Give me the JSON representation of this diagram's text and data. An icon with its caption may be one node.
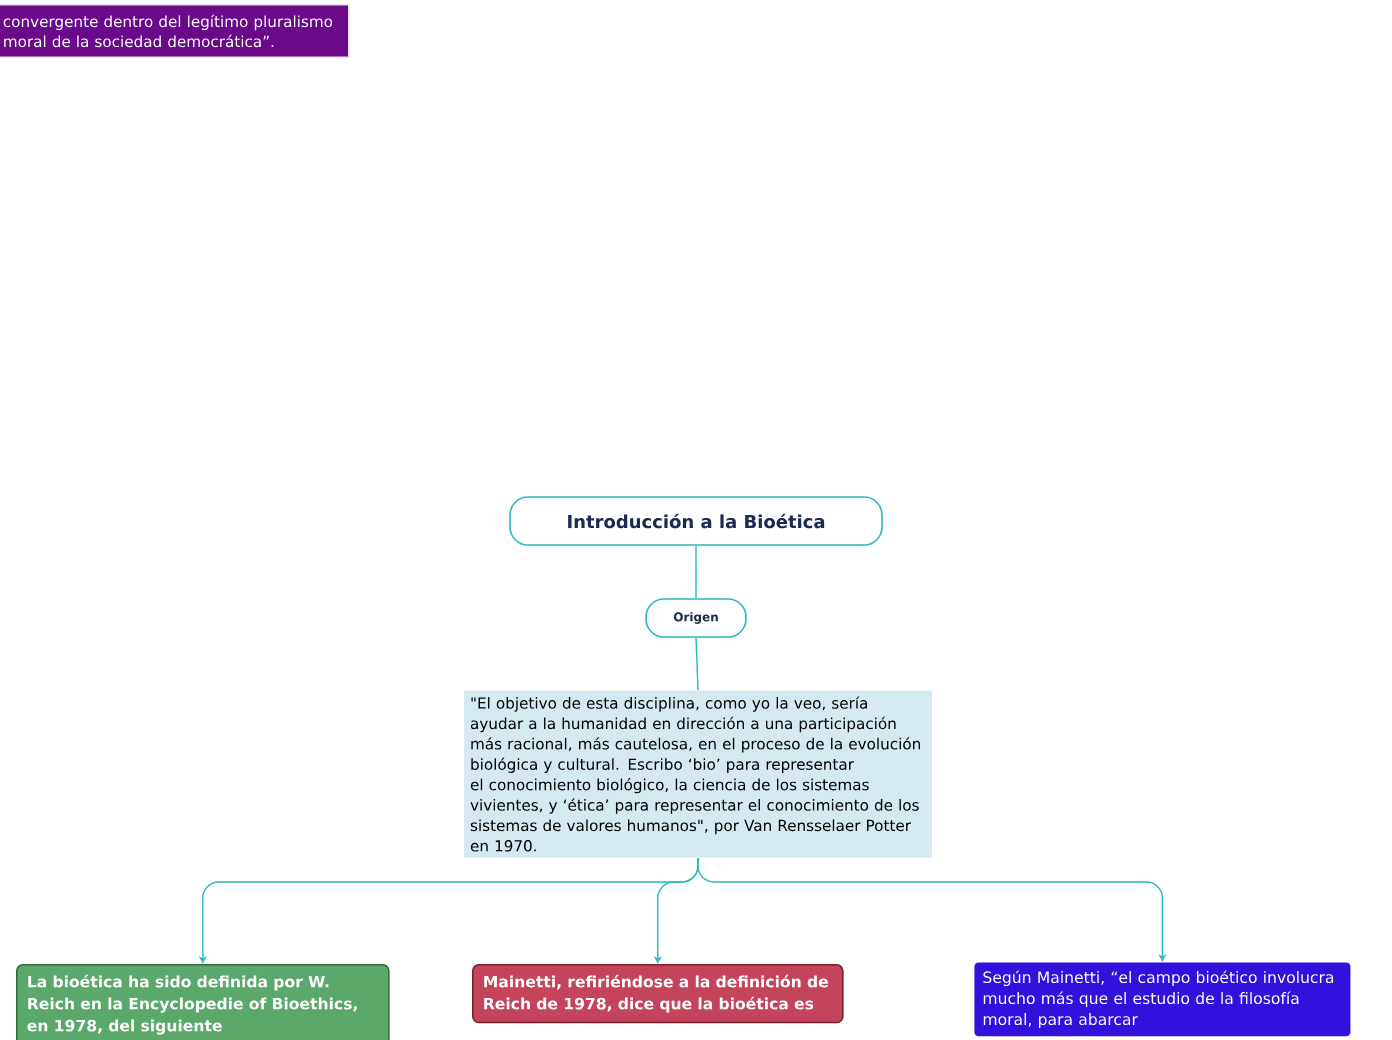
{
  "diagram": {
    "nodes": [
      {
        "text": [
          "Introducción a la Bioética"
        ]
      },
      {
        "text": [
          "Origen"
        ]
      },
      {
        "text": [
          "\"El objetivo de esta disciplina, como yo la veo, sería ayudar a la humanidad en dirección a una participación más racional, más cautelosa, en el proceso de la evolución biológica y cultural. Escribo ‘bio’ para representar el conocimiento biológico, la ciencia de los sistemas vivientes, y ‘ética’ para representar el conocimiento de los sistemas de valores humanos\", por Van Rensselaer Potter en 1970."
        ]
      },
      {
        "text": [
          "La bioética ha sido definida por W. Reich en la Encyclopedie of Bioethics, en 1978, del siguiente"
        ]
      },
      {
        "text": [
          "Mainetti, refiriéndose a la definición de Reich de 1978, dice que la bioética es"
        ]
      },
      {
        "text": [
          "Según Mainetti, “el campo bioético involucra mucho más que el estudio de la filosofía moral, para abarcar"
        ]
      },
      {
        "text": [
          "convergente dentro del legítimo pluralismo moral de la sociedad democrática”."
        ]
      }
    ],
    "edges": [
      {
        "from": 0,
        "to": 1,
        "arrow": "none"
      },
      {
        "from": 1,
        "to": 2,
        "arrow": "none"
      },
      {
        "from": 2,
        "to": 3,
        "arrow": "to"
      },
      {
        "from": 2,
        "to": 4,
        "arrow": "to"
      },
      {
        "from": 2,
        "to": 5,
        "arrow": "to"
      }
    ]
  }
}
